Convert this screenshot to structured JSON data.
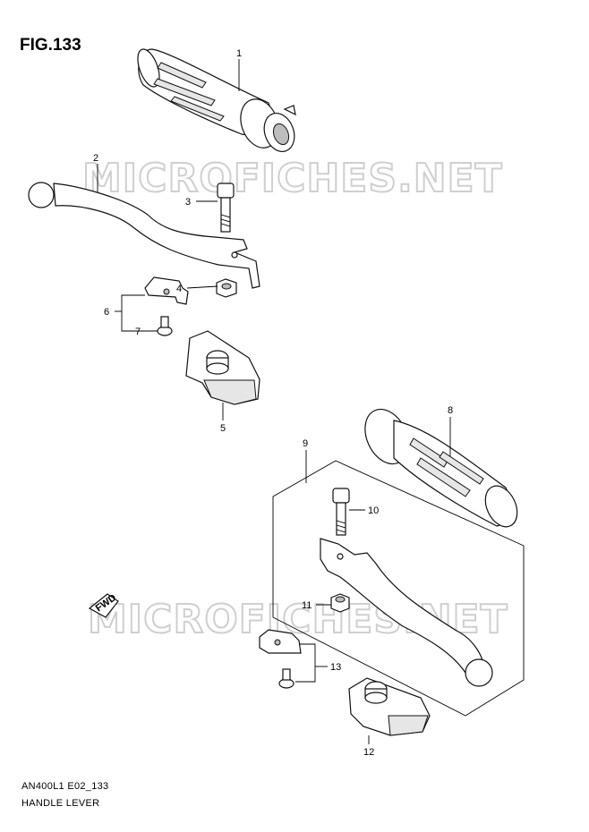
{
  "figure": {
    "title": "FIG.133",
    "model_code": "AN400L1 E02_133",
    "section_name": "HANDLE LEVER"
  },
  "watermark": {
    "text": "MICROFICHES.NET",
    "color": "#cfcfcf"
  },
  "direction_marker": {
    "label": "FWD"
  },
  "callouts": [
    {
      "number": "1",
      "part": "grip"
    },
    {
      "number": "2",
      "part": "brake-lever"
    },
    {
      "number": "3",
      "part": "bolt"
    },
    {
      "number": "4",
      "part": "nut"
    },
    {
      "number": "5",
      "part": "lever-bracket"
    },
    {
      "number": "6",
      "part": "switch-assembly"
    },
    {
      "number": "7",
      "part": "screw"
    },
    {
      "number": "8",
      "part": "grip"
    },
    {
      "number": "9",
      "part": "lever-assembly"
    },
    {
      "number": "10",
      "part": "bolt"
    },
    {
      "number": "11",
      "part": "nut"
    },
    {
      "number": "12",
      "part": "lever-bracket"
    },
    {
      "number": "13",
      "part": "switch-assembly"
    }
  ]
}
